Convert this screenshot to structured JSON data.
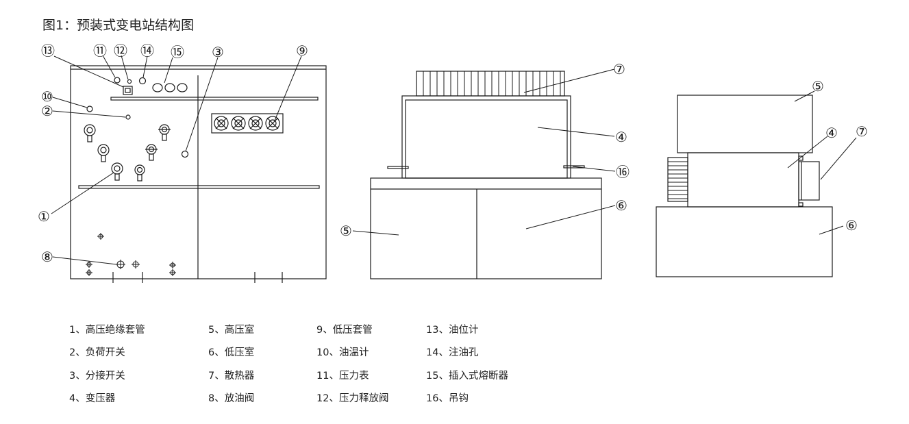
{
  "title": "图1：预装式变电站结构图",
  "callouts": [
    "⑬",
    "⑪",
    "⑫",
    "⑭",
    "⑮",
    "③",
    "⑨",
    "⑩",
    "②",
    "①",
    "⑧",
    "⑦",
    "④",
    "⑯",
    "⑥",
    "⑤",
    "⑤",
    "④",
    "⑦",
    "⑥"
  ],
  "legend": [
    "1、高压绝缘套管",
    "2、负荷开关",
    "3、分接开关",
    "4、变压器",
    "5、高压室",
    "6、低压室",
    "7、散热器",
    "8、放油阀",
    "9、低压套管",
    "10、油温计",
    "11、压力表",
    "12、压力释放阀",
    "13、油位计",
    "14、注油孔",
    "15、插入式熔断器",
    "16、吊钩"
  ]
}
